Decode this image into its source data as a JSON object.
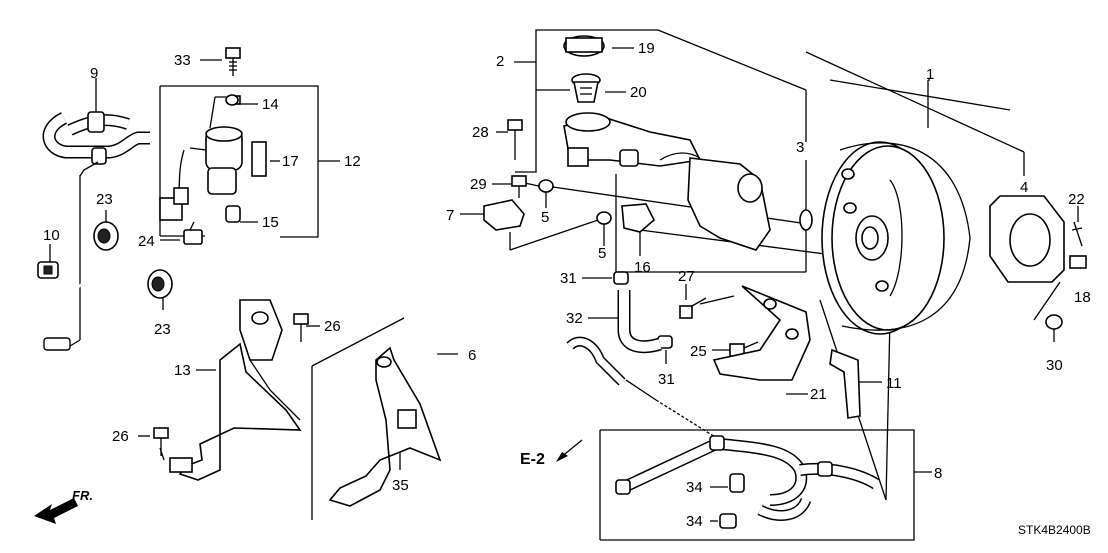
{
  "labels": [
    "1",
    "2",
    "3",
    "4",
    "5",
    "5",
    "6",
    "7",
    "8",
    "9",
    "10",
    "11",
    "12",
    "13",
    "14",
    "15",
    "16",
    "17",
    "18",
    "19",
    "20",
    "21",
    "22",
    "23",
    "23",
    "24",
    "25",
    "26",
    "26",
    "27",
    "28",
    "29",
    "30",
    "31",
    "31",
    "32",
    "33",
    "34",
    "34",
    "35"
  ],
  "reference": "E-2",
  "front_indicator": "FR.",
  "diagram_code": "STK4B2400B"
}
